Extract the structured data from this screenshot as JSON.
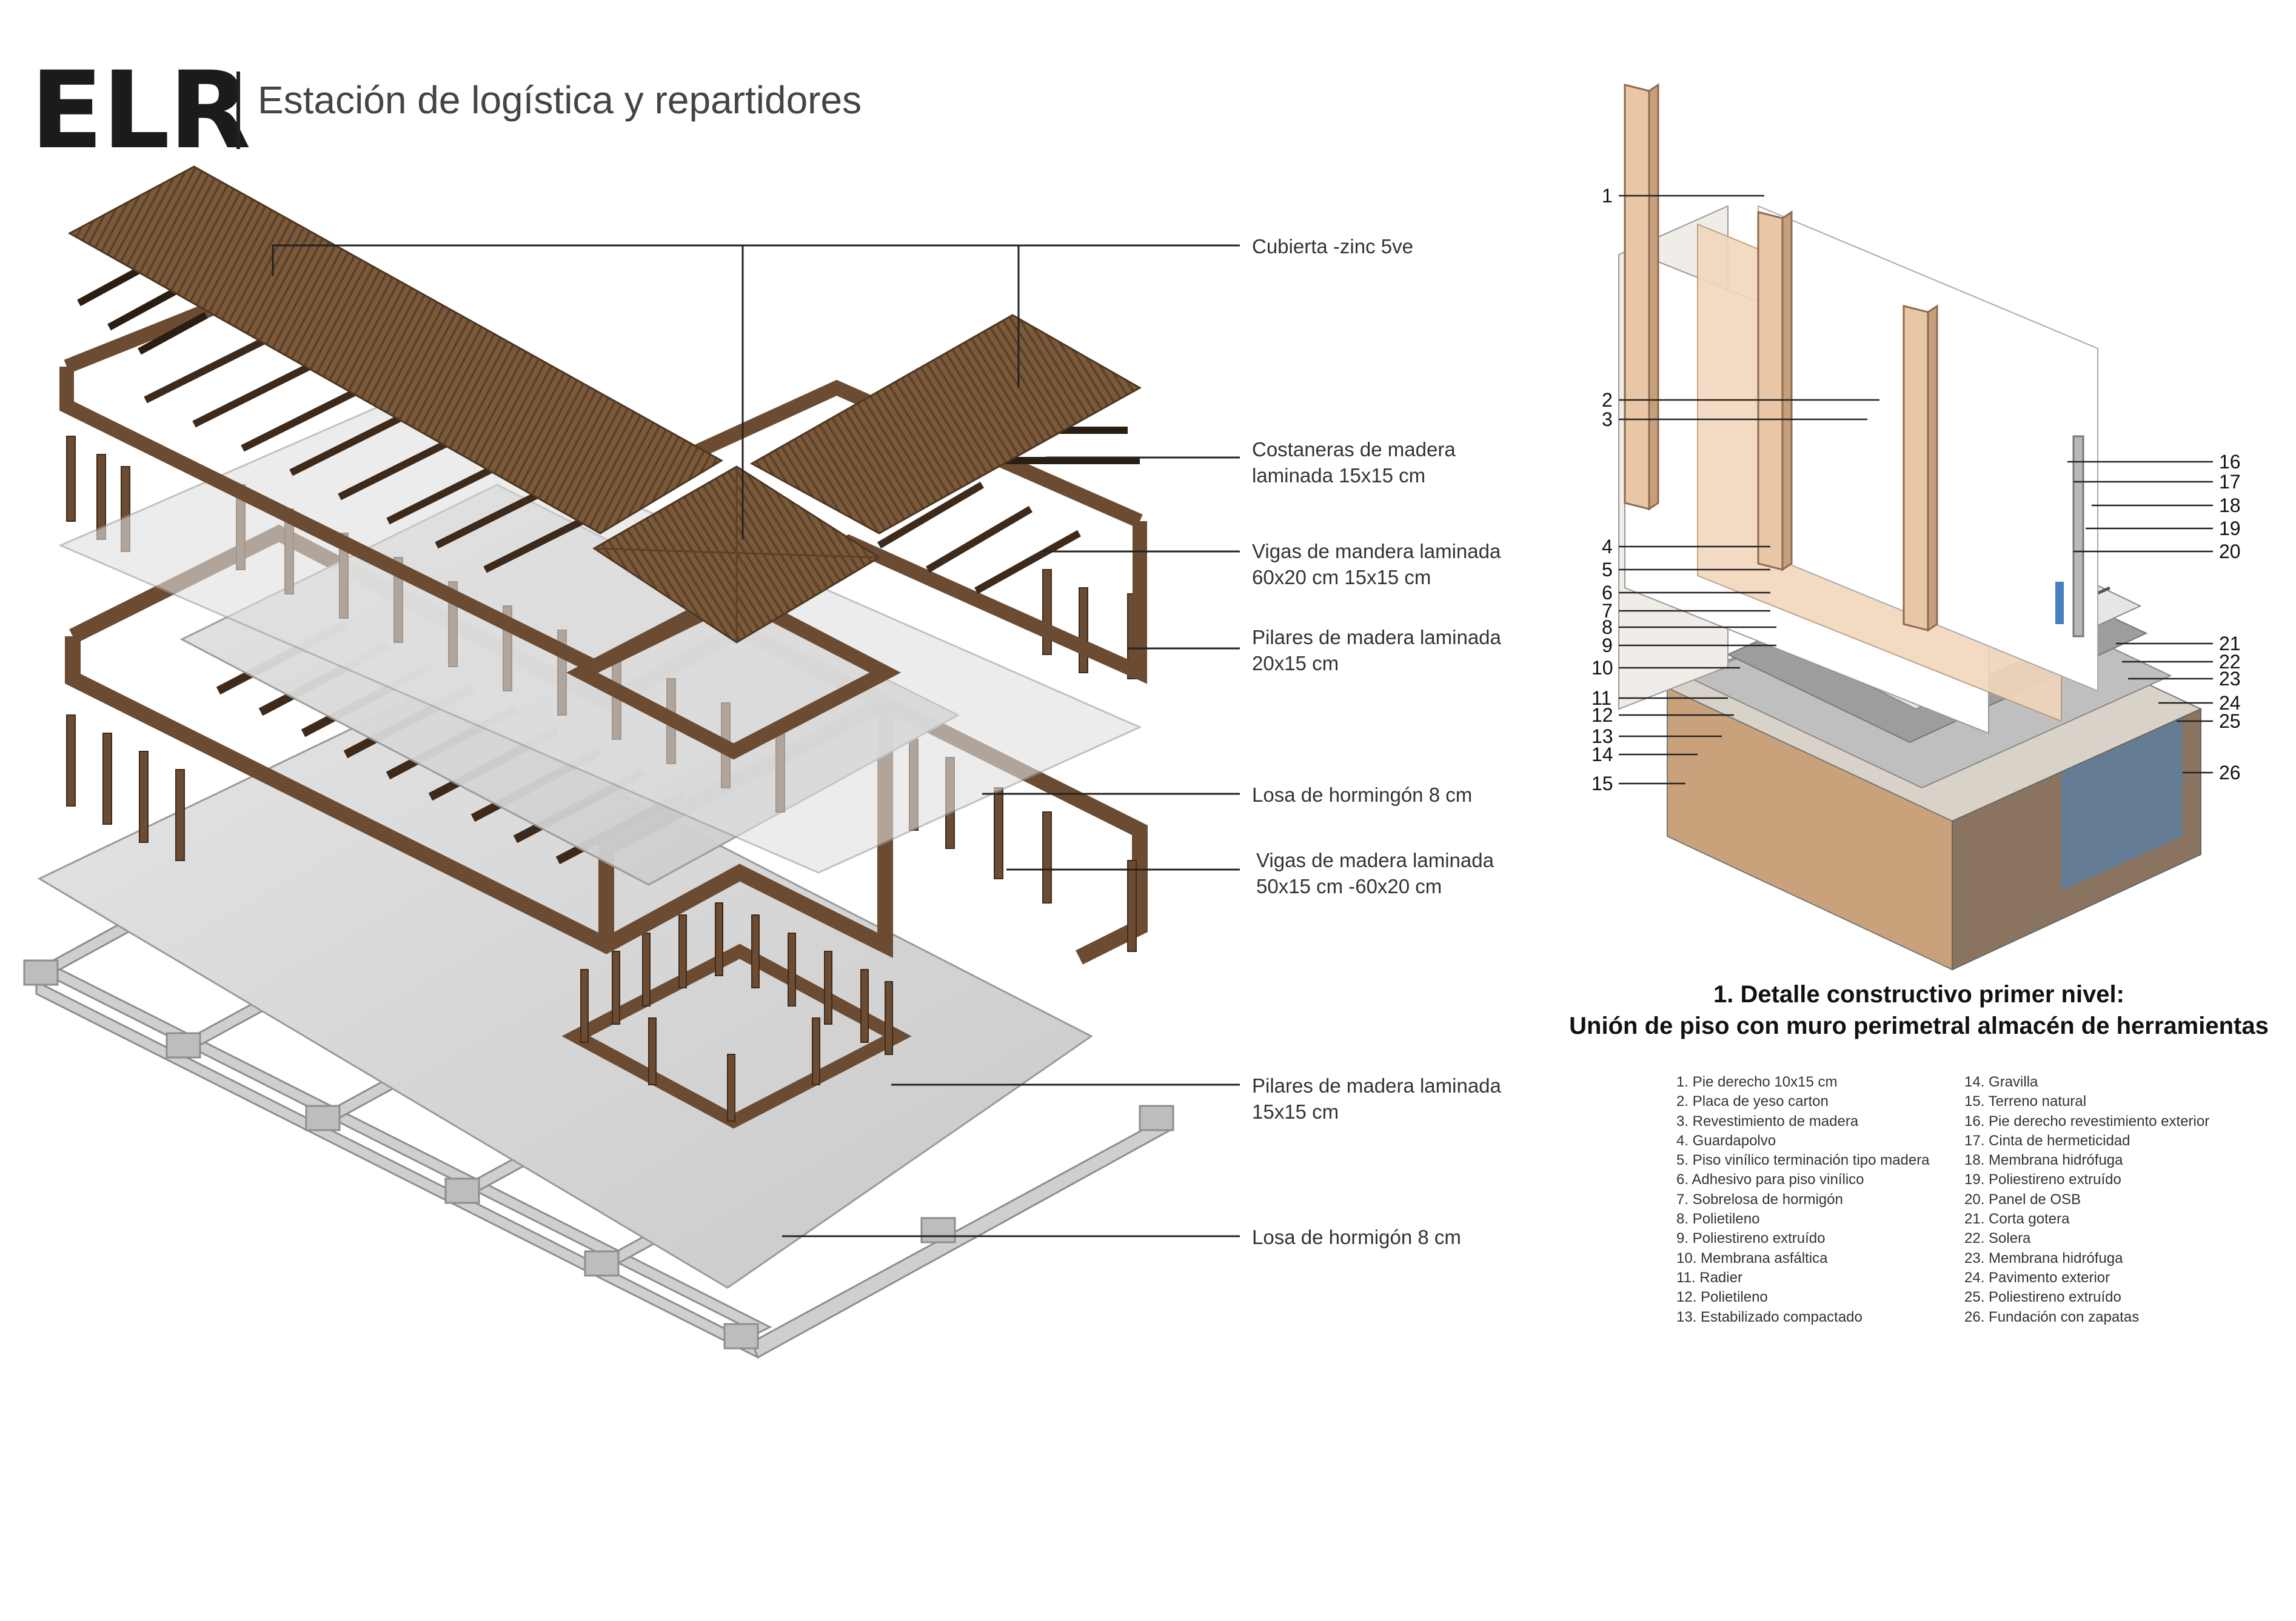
{
  "header": {
    "brand": "ELR",
    "subtitle": "Estación de logística y repartidores"
  },
  "exploded_axonometric": {
    "callouts": [
      {
        "id": "cubierta",
        "text": "Cubierta -zinc 5ve"
      },
      {
        "id": "costaneras",
        "text": "Costaneras de madera\nlaminada 15x15 cm"
      },
      {
        "id": "vigas-superior",
        "text": "Vigas  de mandera laminada\n60x20 cm 15x15 cm"
      },
      {
        "id": "pilares-superior",
        "text": "Pilares de madera laminada\n20x15 cm"
      },
      {
        "id": "losa-superior",
        "text": "Losa de hormingón 8 cm"
      },
      {
        "id": "vigas-inferior",
        "text": "Vigas  de madera laminada\n50x15 cm -60x20 cm"
      },
      {
        "id": "pilares-inferior",
        "text": "Pilares de madera laminada\n15x15 cm"
      },
      {
        "id": "losa-inferior",
        "text": "Losa de hormigón 8 cm"
      }
    ]
  },
  "construction_detail": {
    "title_line1": "1. Detalle constructivo primer nivel:",
    "title_line2": "Unión de piso con muro perimetral almacén de herramientas",
    "numbers_left": [
      "1",
      "2",
      "3",
      "4",
      "5",
      "6",
      "7",
      "8",
      "9",
      "10",
      "11",
      "12",
      "13",
      "14",
      "15"
    ],
    "numbers_right": [
      "16",
      "17",
      "18",
      "19",
      "20",
      "21",
      "22",
      "23",
      "24",
      "25",
      "26"
    ],
    "legend_col1": [
      "1. Pie derecho 10x15 cm",
      "2. Placa de yeso carton",
      "3. Revestimiento de madera",
      "4. Guardapolvo",
      "5. Piso vinílico terminación tipo madera",
      "6. Adhesivo para piso vinílico",
      "7. Sobrelosa de hormigón",
      "8. Polietileno",
      "9. Poliestireno extruído",
      "10. Membrana asfáltica",
      "11. Radier",
      "12. Polietileno",
      "13. Estabilizado compactado"
    ],
    "legend_col2": [
      "14. Gravilla",
      "15. Terreno natural",
      "16. Pie derecho revestimiento exterior",
      "17. Cinta de hermeticidad",
      "18. Membrana hidrófuga",
      "19. Poliestireno extruído",
      "20. Panel de OSB",
      "21. Corta gotera",
      "22. Solera",
      "23. Membrana hidrófuga",
      "24. Pavimento exterior",
      "25. Poliestireno extruído",
      "26. Fundación con zapatas"
    ]
  },
  "colors": {
    "wood_dark": "#6b4c33",
    "wood_roof": "#7a5a3a",
    "wood_light": "#e9c6a6",
    "concrete": "#d6d6d6",
    "soil": "#a8896a",
    "insulation_blue": "#4a7fbf",
    "leader_line": "#222222"
  }
}
